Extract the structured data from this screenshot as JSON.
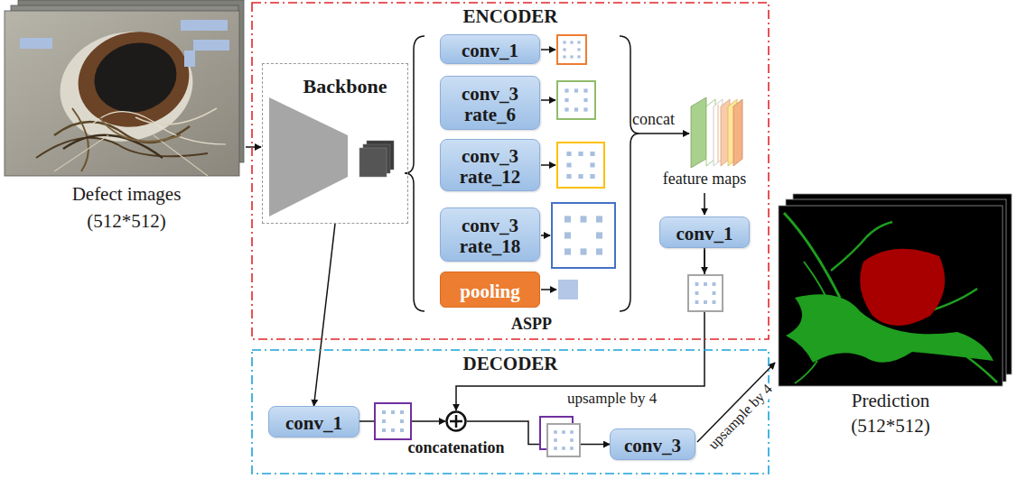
{
  "diagram": {
    "nodes": [
      {
        "text": [
          "ENCODER"
        ]
      },
      {
        "text": [
          "Backbone"
        ],
        "in": 0
      },
      {
        "text": [
          "conv_1"
        ],
        "in": 0
      },
      {
        "text": [
          "conv_3 rate_6"
        ],
        "in": 0
      },
      {
        "text": [
          "conv_3 rate_12"
        ],
        "in": 0
      },
      {
        "text": [
          "conv_3 rate_18"
        ],
        "in": 0
      },
      {
        "text": [
          "pooling"
        ],
        "in": 0
      },
      {
        "text": [
          "conv_1"
        ],
        "in": 0
      },
      {
        "text": [
          "DECODER"
        ]
      },
      {
        "text": [
          "conv_1"
        ],
        "in": 8
      },
      {
        "text": [
          "concatenation"
        ],
        "in": 8
      },
      {
        "text": [
          "conv_3"
        ],
        "in": 8
      }
    ],
    "edges": [
      {
        "from": 1,
        "to": 9,
        "arrow": "to"
      },
      {
        "from": 7,
        "to": 10,
        "label": "upsample by 4",
        "arrow": "to"
      },
      {
        "from": 9,
        "to": 10,
        "arrow": "to"
      },
      {
        "from": 10,
        "to": 11,
        "arrow": "to"
      }
    ],
    "labels": [
      "Defect images",
      "(512*512)",
      "ASPP",
      "concat",
      "feature maps",
      "upsample by 4",
      "Prediction",
      "(512*512)"
    ]
  }
}
